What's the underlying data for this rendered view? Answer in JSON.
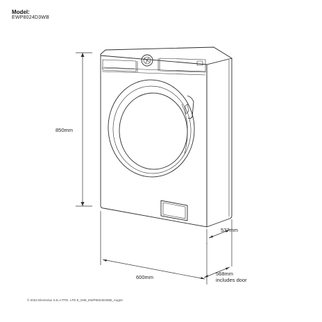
{
  "header": {
    "model_label": "Model:",
    "model_code": "EWP8024D3WB"
  },
  "dimensions": {
    "height": "850mm",
    "depth": "537mm",
    "width": "600mm",
    "depth_with_door_line1": "568mm",
    "depth_with_door_line2": "includes door"
  },
  "footer": {
    "copyright": "© 2022 Electrolux S.E.A PTE. LTD E_DIM_EWP8024D3WB_Aug22"
  },
  "colors": {
    "line": "#2a2a2a",
    "background": "#ffffff"
  }
}
